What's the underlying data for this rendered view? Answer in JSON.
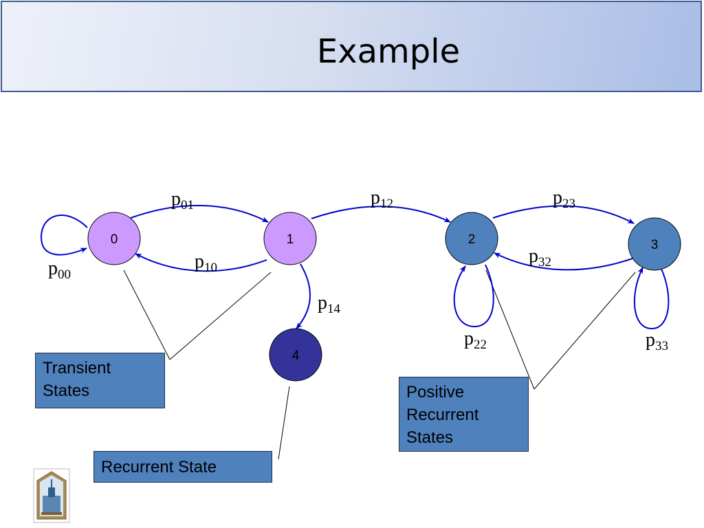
{
  "slide": {
    "title": "Example"
  },
  "colors": {
    "transient_state": "#cc99ff",
    "positive_recurrent_state": "#4f81bd",
    "recurrent_state": "#333399",
    "arrow": "#0000cc",
    "label_box": "#4f81bd"
  },
  "states": [
    {
      "id": "0",
      "label": "0"
    },
    {
      "id": "1",
      "label": "1"
    },
    {
      "id": "2",
      "label": "2"
    },
    {
      "id": "3",
      "label": "3"
    },
    {
      "id": "4",
      "label": "4"
    }
  ],
  "transitions": [
    {
      "from": "0",
      "to": "0",
      "base": "p",
      "sub": "00"
    },
    {
      "from": "0",
      "to": "1",
      "base": "p",
      "sub": "01"
    },
    {
      "from": "1",
      "to": "0",
      "base": "p",
      "sub": "10"
    },
    {
      "from": "1",
      "to": "2",
      "base": "p",
      "sub": "12"
    },
    {
      "from": "1",
      "to": "4",
      "base": "p",
      "sub": "14"
    },
    {
      "from": "2",
      "to": "3",
      "base": "p",
      "sub": "23"
    },
    {
      "from": "3",
      "to": "2",
      "base": "p",
      "sub": "32"
    },
    {
      "from": "2",
      "to": "2",
      "base": "p",
      "sub": "22"
    },
    {
      "from": "3",
      "to": "3",
      "base": "p",
      "sub": "33"
    }
  ],
  "callouts": {
    "transient": "Transient States",
    "transient_line1": "Transient",
    "transient_line2": "States",
    "recurrent": "Recurrent State",
    "positive": "Positive Recurrent States",
    "positive_line1": "Positive",
    "positive_line2": "Recurrent",
    "positive_line3": "States"
  },
  "logo": {
    "icon": "university-crest-icon"
  }
}
